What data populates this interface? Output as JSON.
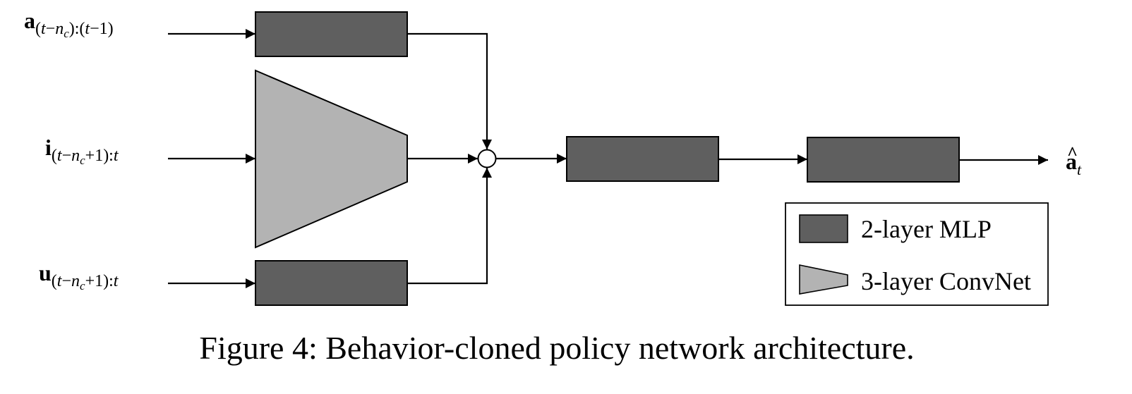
{
  "inputs": {
    "actions": {
      "symbol": "a",
      "subscript_parts": [
        "(",
        "t",
        "−",
        "n",
        "c",
        "):(",
        "t",
        "−1)"
      ]
    },
    "images": {
      "symbol": "i",
      "subscript_parts": [
        "(",
        "t",
        "−",
        "n",
        "c",
        "+1):",
        "t"
      ]
    },
    "proprio": {
      "symbol": "u",
      "subscript_parts": [
        "(",
        "t",
        "−",
        "n",
        "c",
        "+1):",
        "t"
      ]
    }
  },
  "output": {
    "symbol": "a",
    "hat": "^",
    "subscript": "t"
  },
  "legend": {
    "mlp_label": "2-layer MLP",
    "convnet_label": "3-layer ConvNet"
  },
  "caption": "Figure 4: Behavior-cloned policy network architecture.",
  "colors": {
    "mlp_fill": "#5f5f5f",
    "convnet_fill": "#b3b3b3",
    "stroke": "#000000"
  }
}
